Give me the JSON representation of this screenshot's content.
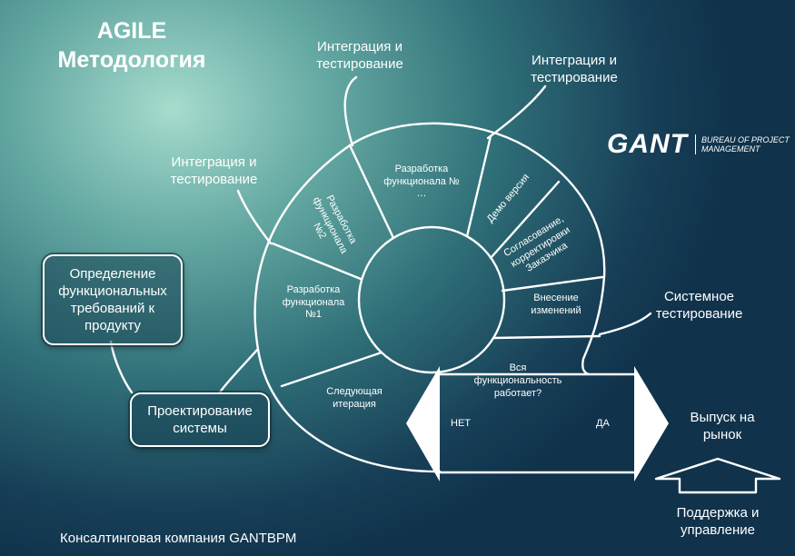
{
  "title": {
    "line1": "AGILE",
    "line2": "Методология"
  },
  "integration_labels": [
    {
      "line1": "Интеграция и",
      "line2": "тестирование"
    },
    {
      "line1": "Интеграция и",
      "line2": "тестирование"
    },
    {
      "line1": "Интеграция и",
      "line2": "тестирование"
    }
  ],
  "system_testing": {
    "line1": "Системное",
    "line2": "тестирование"
  },
  "segments": {
    "func_n": {
      "line1": "Разработка",
      "line2": "функционала №",
      "line3": "…"
    },
    "demo": "Демо версия",
    "approval": {
      "line1": "Согласование,",
      "line2": "корректировки",
      "line3": "Заказчика"
    },
    "changes": {
      "line1": "Внесение",
      "line2": "изменений"
    },
    "func2": {
      "line1": "Разработка",
      "line2": "функционала",
      "line3": "№2"
    },
    "func1": {
      "line1": "Разработка",
      "line2": "функционала",
      "line3": "№1"
    },
    "next": {
      "line1": "Следующая",
      "line2": "итерация"
    }
  },
  "decision": {
    "line1": "Вся",
    "line2": "функциональность",
    "line3": "работает?",
    "no": "НЕТ",
    "yes": "ДА"
  },
  "release": {
    "line1": "Выпуск на",
    "line2": "рынок"
  },
  "support": {
    "line1": "Поддержка и",
    "line2": "управление"
  },
  "requirements_box": {
    "line1": "Определение",
    "line2": "функциональных",
    "line3": "требований к",
    "line4": "продукту"
  },
  "design_box": {
    "line1": "Проектирование",
    "line2": "системы"
  },
  "logo": {
    "name": "GANT",
    "sub1": "BUREAU OF PROJECT",
    "sub2": "MANAGEMENT"
  },
  "footer": "Консалтинговая компания GANTBPM"
}
